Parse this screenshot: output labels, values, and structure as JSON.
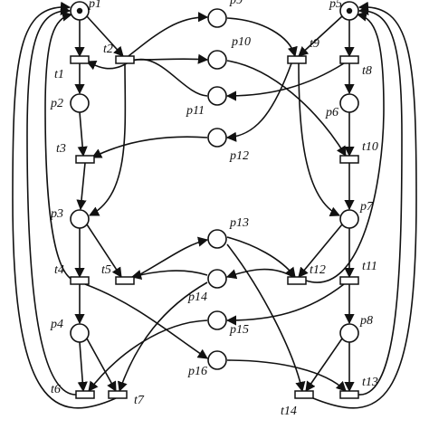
{
  "places": [
    {
      "id": "p1",
      "label": "p1",
      "tokens": 1
    },
    {
      "id": "p2",
      "label": "p2",
      "tokens": 0
    },
    {
      "id": "p3",
      "label": "p3",
      "tokens": 0
    },
    {
      "id": "p4",
      "label": "p4",
      "tokens": 0
    },
    {
      "id": "p5",
      "label": "p5",
      "tokens": 1
    },
    {
      "id": "p6",
      "label": "p6",
      "tokens": 0
    },
    {
      "id": "p7",
      "label": "p7",
      "tokens": 0
    },
    {
      "id": "p8",
      "label": "p8",
      "tokens": 0
    },
    {
      "id": "p9",
      "label": "p9",
      "tokens": 0
    },
    {
      "id": "p10",
      "label": "p10",
      "tokens": 0
    },
    {
      "id": "p11",
      "label": "p11",
      "tokens": 0
    },
    {
      "id": "p12",
      "label": "p12",
      "tokens": 0
    },
    {
      "id": "p13",
      "label": "p13",
      "tokens": 0
    },
    {
      "id": "p14",
      "label": "p14",
      "tokens": 0
    },
    {
      "id": "p15",
      "label": "p15",
      "tokens": 0
    },
    {
      "id": "p16",
      "label": "p16",
      "tokens": 0
    }
  ],
  "transitions": [
    {
      "id": "t1",
      "label": "t1"
    },
    {
      "id": "t2",
      "label": "t2"
    },
    {
      "id": "t3",
      "label": "t3"
    },
    {
      "id": "t4",
      "label": "t4"
    },
    {
      "id": "t5",
      "label": "t5"
    },
    {
      "id": "t6",
      "label": "t6"
    },
    {
      "id": "t7",
      "label": "t7"
    },
    {
      "id": "t8",
      "label": "t8"
    },
    {
      "id": "t9",
      "label": "t9"
    },
    {
      "id": "t10",
      "label": "t10"
    },
    {
      "id": "t11",
      "label": "t11"
    },
    {
      "id": "t12",
      "label": "t12"
    },
    {
      "id": "t13",
      "label": "t13"
    },
    {
      "id": "t14",
      "label": "t14"
    }
  ],
  "arcs": [
    {
      "from": "p1",
      "to": "t1"
    },
    {
      "from": "p1",
      "to": "t2"
    },
    {
      "from": "t1",
      "to": "p2"
    },
    {
      "from": "p2",
      "to": "t3"
    },
    {
      "from": "t3",
      "to": "p3"
    },
    {
      "from": "p3",
      "to": "t4"
    },
    {
      "from": "p3",
      "to": "t5"
    },
    {
      "from": "t4",
      "to": "p4"
    },
    {
      "from": "p4",
      "to": "t6"
    },
    {
      "from": "p4",
      "to": "t7"
    },
    {
      "from": "p5",
      "to": "t8"
    },
    {
      "from": "p5",
      "to": "t9"
    },
    {
      "from": "t8",
      "to": "p6"
    },
    {
      "from": "p6",
      "to": "t10"
    },
    {
      "from": "t10",
      "to": "p7"
    },
    {
      "from": "p7",
      "to": "t11"
    },
    {
      "from": "p7",
      "to": "t12"
    },
    {
      "from": "t11",
      "to": "p8"
    },
    {
      "from": "p8",
      "to": "t13"
    },
    {
      "from": "p8",
      "to": "t14"
    },
    {
      "from": "t2",
      "to": "p9"
    },
    {
      "from": "p9",
      "to": "t9"
    },
    {
      "from": "t2",
      "to": "p10"
    },
    {
      "from": "p10",
      "to": "t10"
    },
    {
      "from": "t8",
      "to": "p11"
    },
    {
      "from": "p11",
      "to": "t1"
    },
    {
      "from": "p12",
      "to": "t3"
    },
    {
      "from": "t9",
      "to": "p12"
    },
    {
      "from": "t2",
      "to": "p3"
    },
    {
      "from": "t9",
      "to": "p7"
    },
    {
      "from": "t5",
      "to": "p13"
    },
    {
      "from": "p13",
      "to": "t14"
    },
    {
      "from": "t12",
      "to": "p14"
    },
    {
      "from": "p14",
      "to": "t7"
    },
    {
      "from": "t11",
      "to": "p15"
    },
    {
      "from": "p15",
      "to": "t6"
    },
    {
      "from": "t4",
      "to": "p16"
    },
    {
      "from": "p16",
      "to": "t13"
    },
    {
      "from": "p13",
      "to": "t12"
    },
    {
      "from": "p14",
      "to": "t5"
    },
    {
      "from": "t6",
      "to": "p1"
    },
    {
      "from": "t7",
      "to": "p1"
    },
    {
      "from": "t4",
      "to": "p1"
    },
    {
      "from": "t13",
      "to": "p5"
    },
    {
      "from": "t14",
      "to": "p5"
    },
    {
      "from": "t12",
      "to": "p5"
    }
  ]
}
